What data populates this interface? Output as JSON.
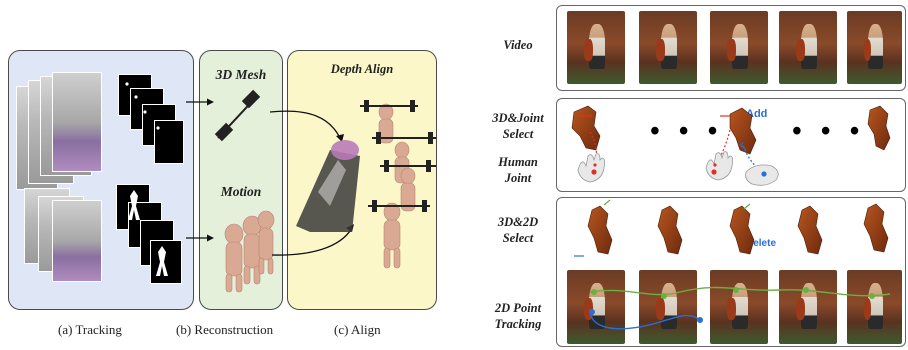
{
  "left": {
    "mesh_label": "3D Mesh",
    "motion_label": "Motion",
    "depth_label": "Depth Align",
    "captions": [
      "(a) Tracking",
      "(b) Reconstruction",
      "(c) Align"
    ]
  },
  "right": {
    "rows": [
      "Video",
      "3D&Joint Select",
      "Human Joint",
      "3D&2D Select",
      "2D Point Tracking"
    ],
    "add_label": "Add",
    "delete_label": "Delete",
    "ellipsis": "• • •"
  },
  "colors": {
    "tracking_bg": "#dfe6f6",
    "recon_bg": "#e4f0da",
    "align_bg": "#fbf7c8",
    "accent_blue": "#2b6fd6",
    "accent_red": "#e0302a",
    "accent_green": "#6ab040"
  }
}
